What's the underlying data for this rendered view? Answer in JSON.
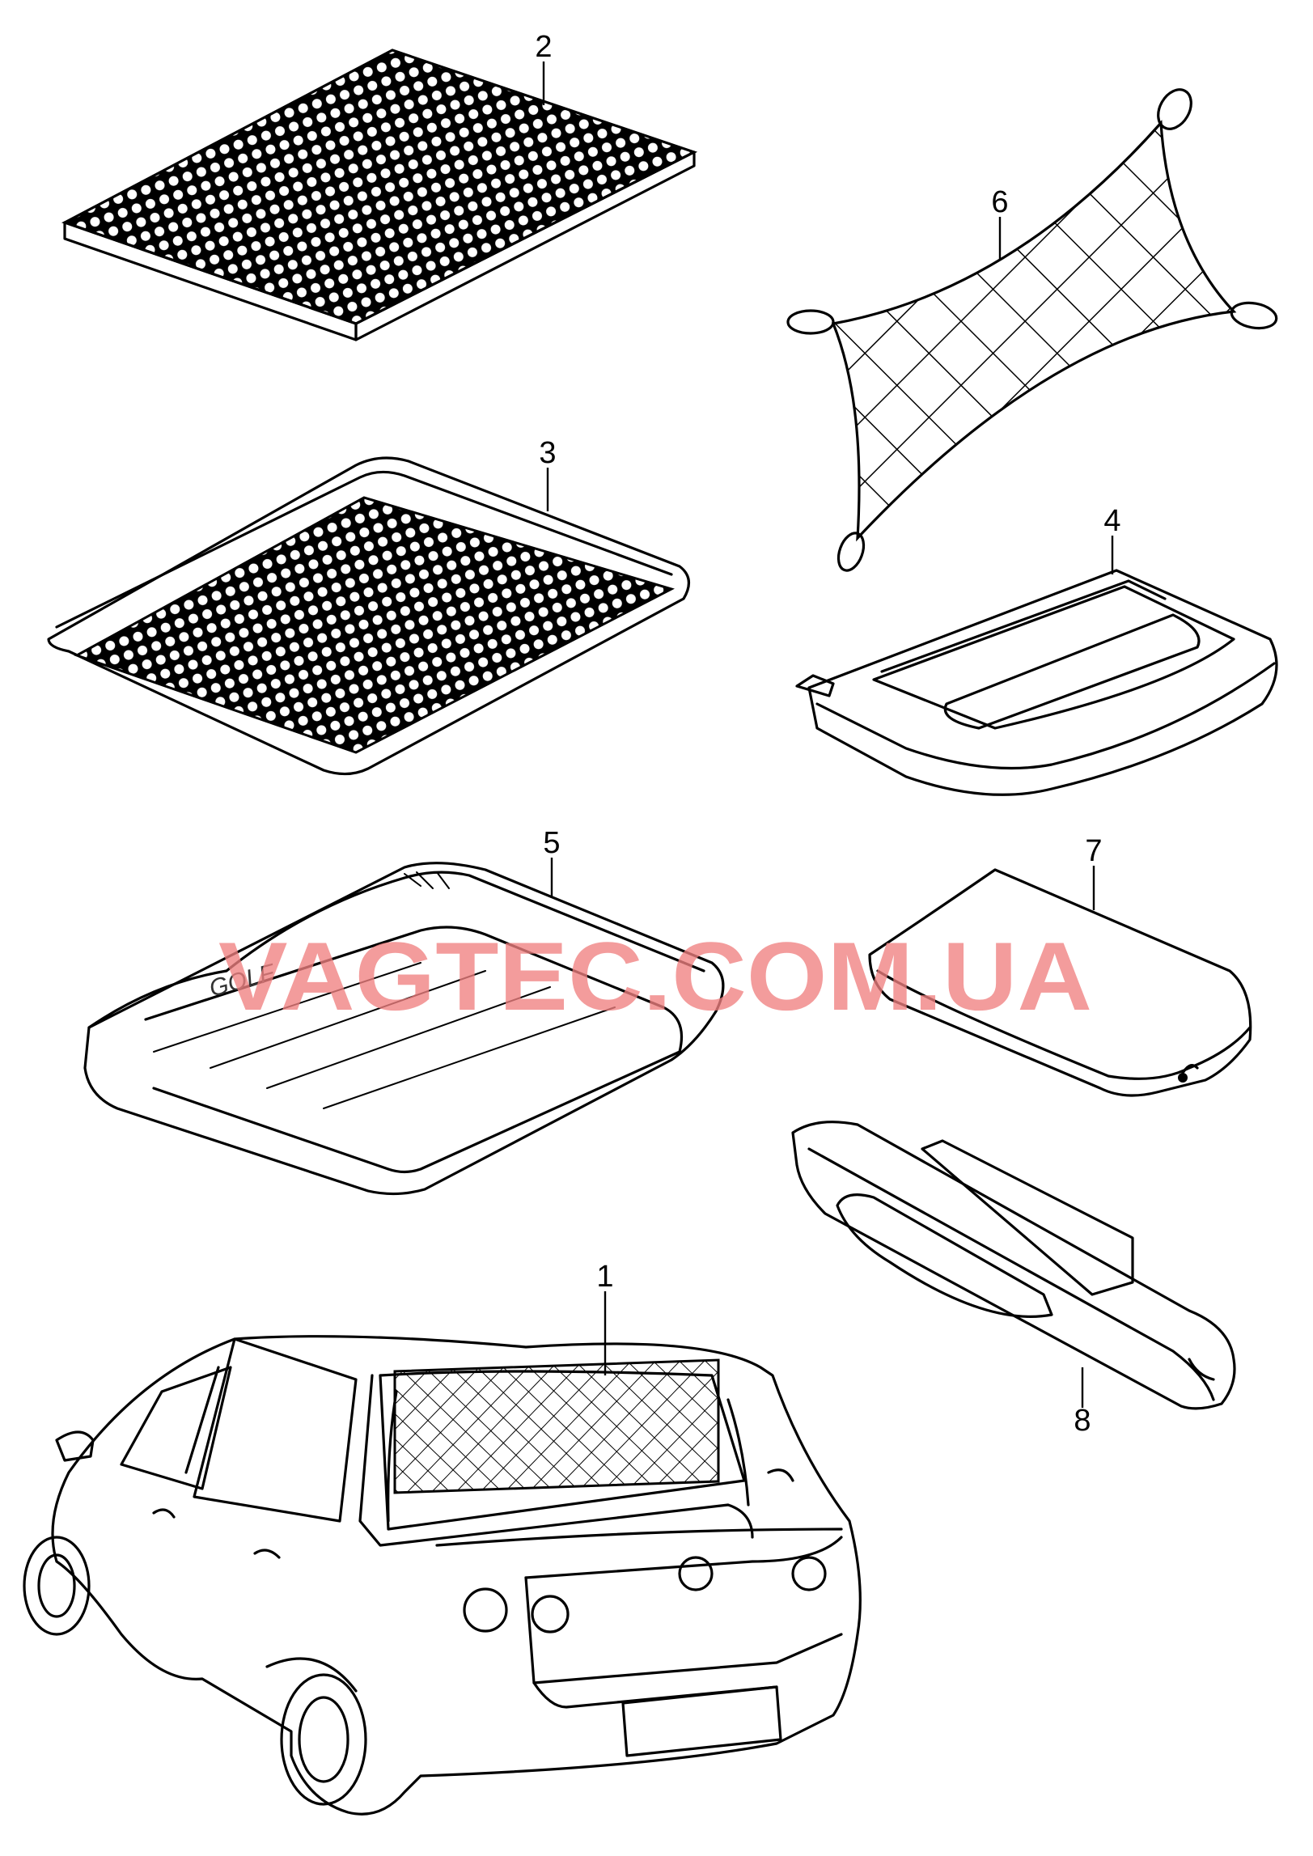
{
  "callouts": {
    "c1": "1",
    "c2": "2",
    "c3": "3",
    "c4": "4",
    "c5": "5",
    "c6": "6",
    "c7": "7",
    "c8": "8"
  },
  "watermark": "VAGTEC.COM.UA",
  "mat_marking": "GOLF",
  "colors": {
    "line": "#000000",
    "watermark": "#f08080",
    "background": "#ffffff"
  }
}
